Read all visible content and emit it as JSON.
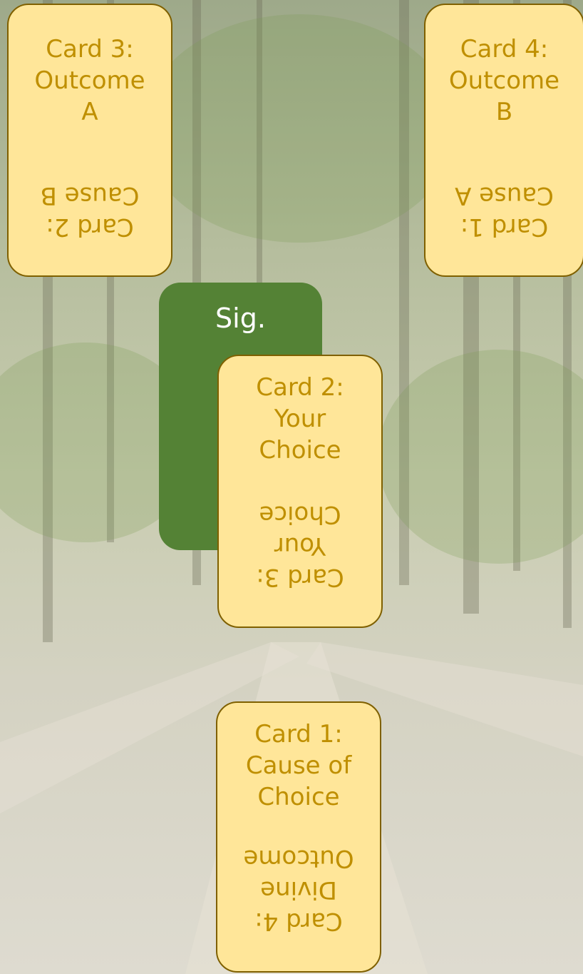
{
  "significator": {
    "label": "Sig."
  },
  "cards": {
    "top_left": {
      "upper": [
        "Card 3:",
        "Outcome",
        "A"
      ],
      "lower": [
        "Card 2:",
        "Cause B"
      ]
    },
    "top_right": {
      "upper": [
        "Card 4:",
        "Outcome",
        "B"
      ],
      "lower": [
        "Card 1:",
        "Cause A"
      ]
    },
    "center": {
      "upper": [
        "Card 2:",
        "Your",
        "Choice"
      ],
      "lower": [
        "Card 3:",
        "Your",
        "Choice"
      ]
    },
    "bottom": {
      "upper": [
        "Card 1:",
        "Cause of",
        "Choice"
      ],
      "lower": [
        "Card 4:",
        "Divine",
        "Outcome"
      ]
    }
  },
  "colors": {
    "card_fill": "#ffe699",
    "card_border": "#7f6000",
    "card_text": "#bf8f00",
    "sig_fill": "#548235",
    "sig_text": "#ffffff"
  }
}
